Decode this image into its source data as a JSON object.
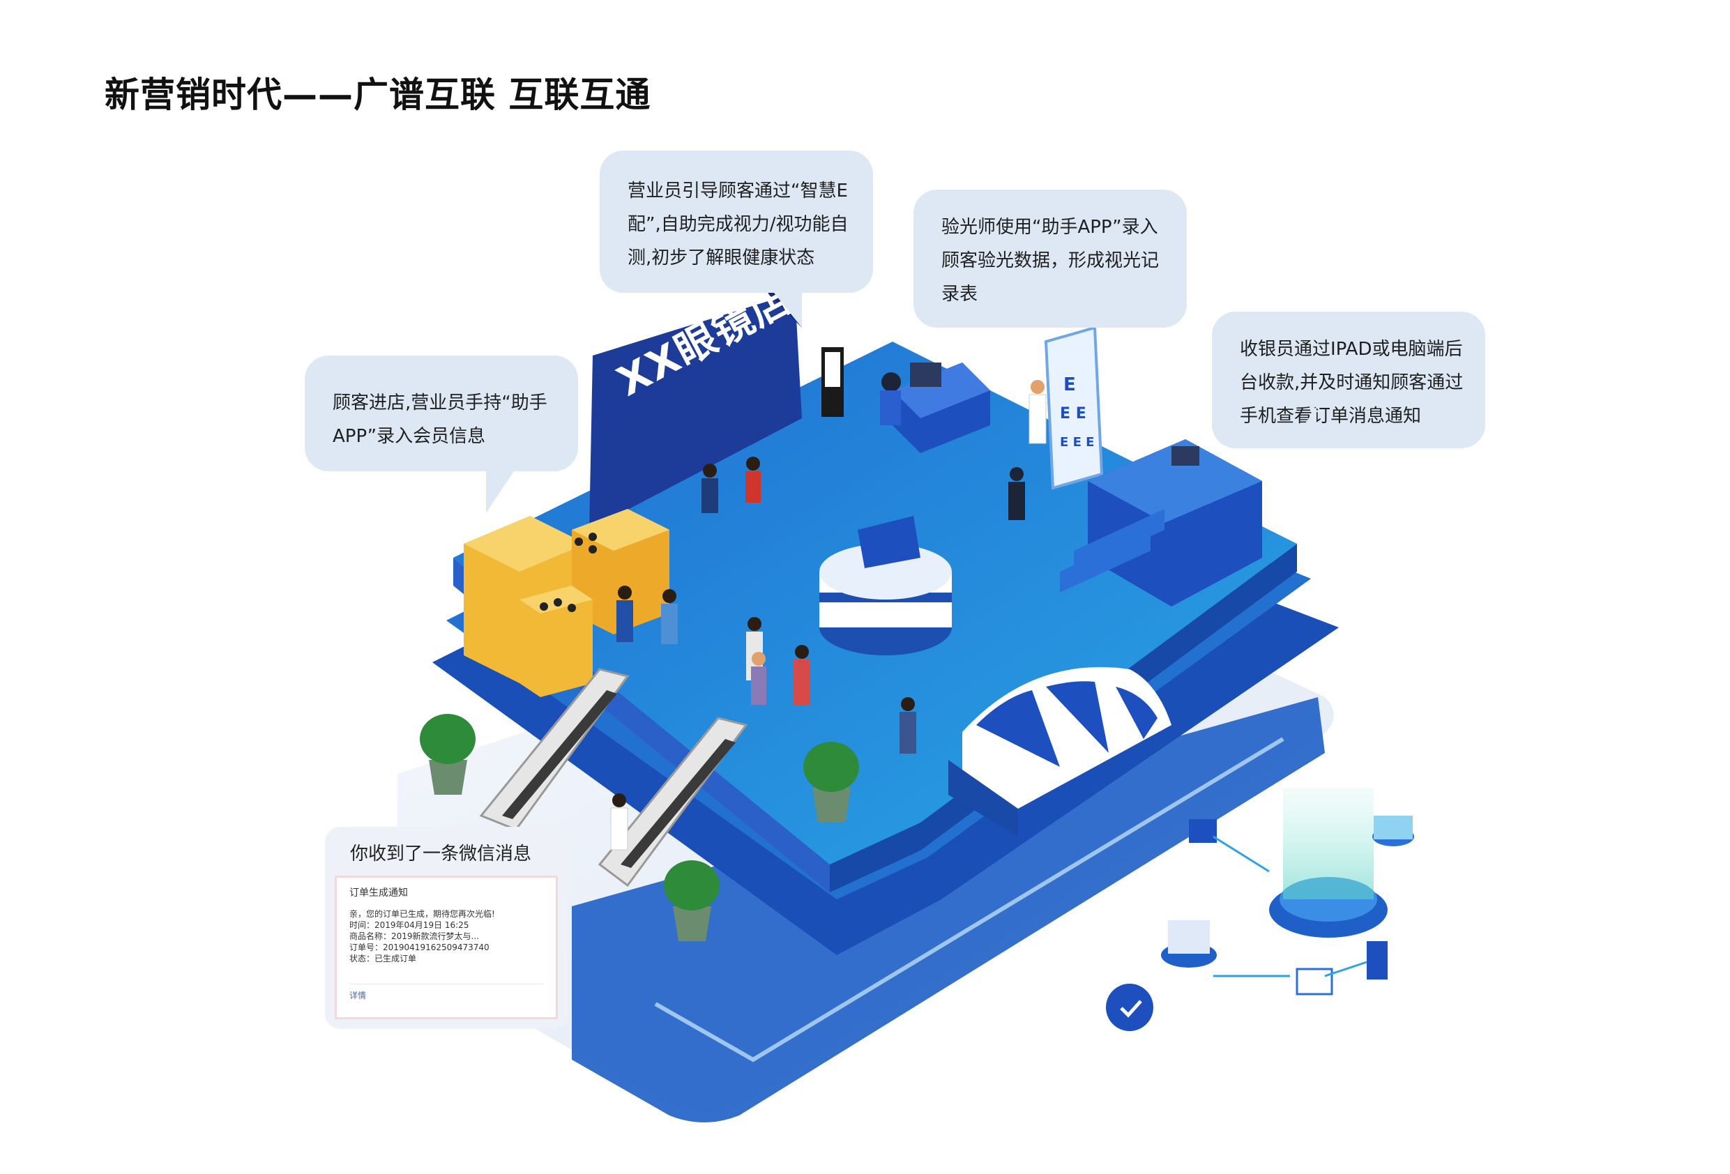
{
  "title": "新营销时代——广谱互联 互联互通",
  "store_sign": "XX眼镜店",
  "bubbles": {
    "customer_entry": [
      "顾客进店,营业员手持“助手",
      "APP”录入会员信息"
    ],
    "smart_e": [
      "营业员引导顾客通过“智慧E",
      "配”,自助完成视力/视功能自",
      "测,初步了解眼健康状态"
    ],
    "optometrist": [
      "验光师使用“助手APP”录入",
      "顾客验光数据，形成视光记",
      "录表"
    ],
    "cashier": [
      "收银员通过IPAD或电脑端后",
      "台收款,并及时通知顾客通过",
      "手机查看订单消息通知"
    ]
  },
  "wechat": {
    "header": "你收到了一条微信消息",
    "notice_title": "订单生成通知",
    "lines": [
      "亲，您的订单已生成，期待您再次光临!",
      "时间：2019年04月19日  16:25",
      "商品名称：2019新款流行梦太与...",
      "订单号：20190419162509473740",
      "状态：已生成订单"
    ],
    "detail_link": "详情"
  },
  "icons": {
    "eye_chart": "eye-chart-icon",
    "checkmark": "check-icon"
  },
  "colors": {
    "floor_light": "#2e8fd8",
    "floor_dark": "#1e4fbf",
    "shelf": "#f2b936",
    "bubble": "#dde8f4",
    "plant": "#2e8b3a"
  }
}
